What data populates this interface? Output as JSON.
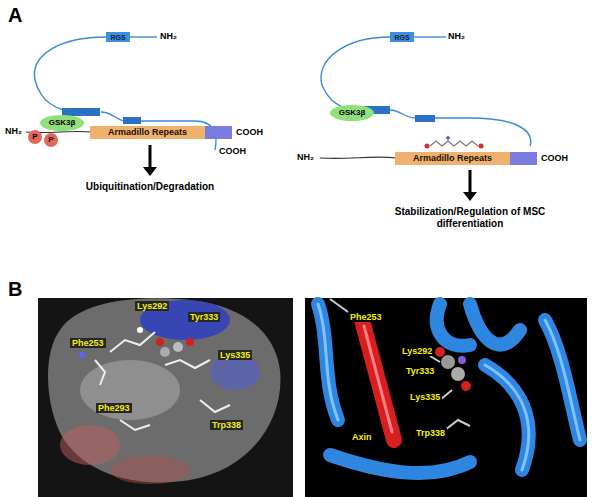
{
  "diagram": {
    "nodes": [
      {
        "text": [
          "RGS"
        ]
      },
      {
        "text": [
          "GSK3β"
        ]
      },
      {
        "text": [
          "P"
        ]
      },
      {
        "text": [
          "P"
        ]
      },
      {
        "text": [
          "Armadillo Repeats"
        ]
      },
      {
        "text": [
          "RGS"
        ]
      },
      {
        "text": [
          "GSK3β"
        ]
      },
      {
        "text": [
          "Armadillo Repeats"
        ]
      }
    ],
    "labels": [
      "A",
      "NH₂",
      "NH₂",
      "COOH",
      "COOH",
      "Ubiquitination/Degradation",
      "NH₂",
      "NH₂",
      "COOH",
      "Stabilization/Regulation of MSC differentiation",
      "B",
      "Lys292",
      "Tyr333",
      "Phe253",
      "Lys335",
      "Phe293",
      "Trp338",
      "Phe253",
      "Lys292",
      "Tyr333",
      "Lys335",
      "Axin",
      "Trp338"
    ]
  }
}
